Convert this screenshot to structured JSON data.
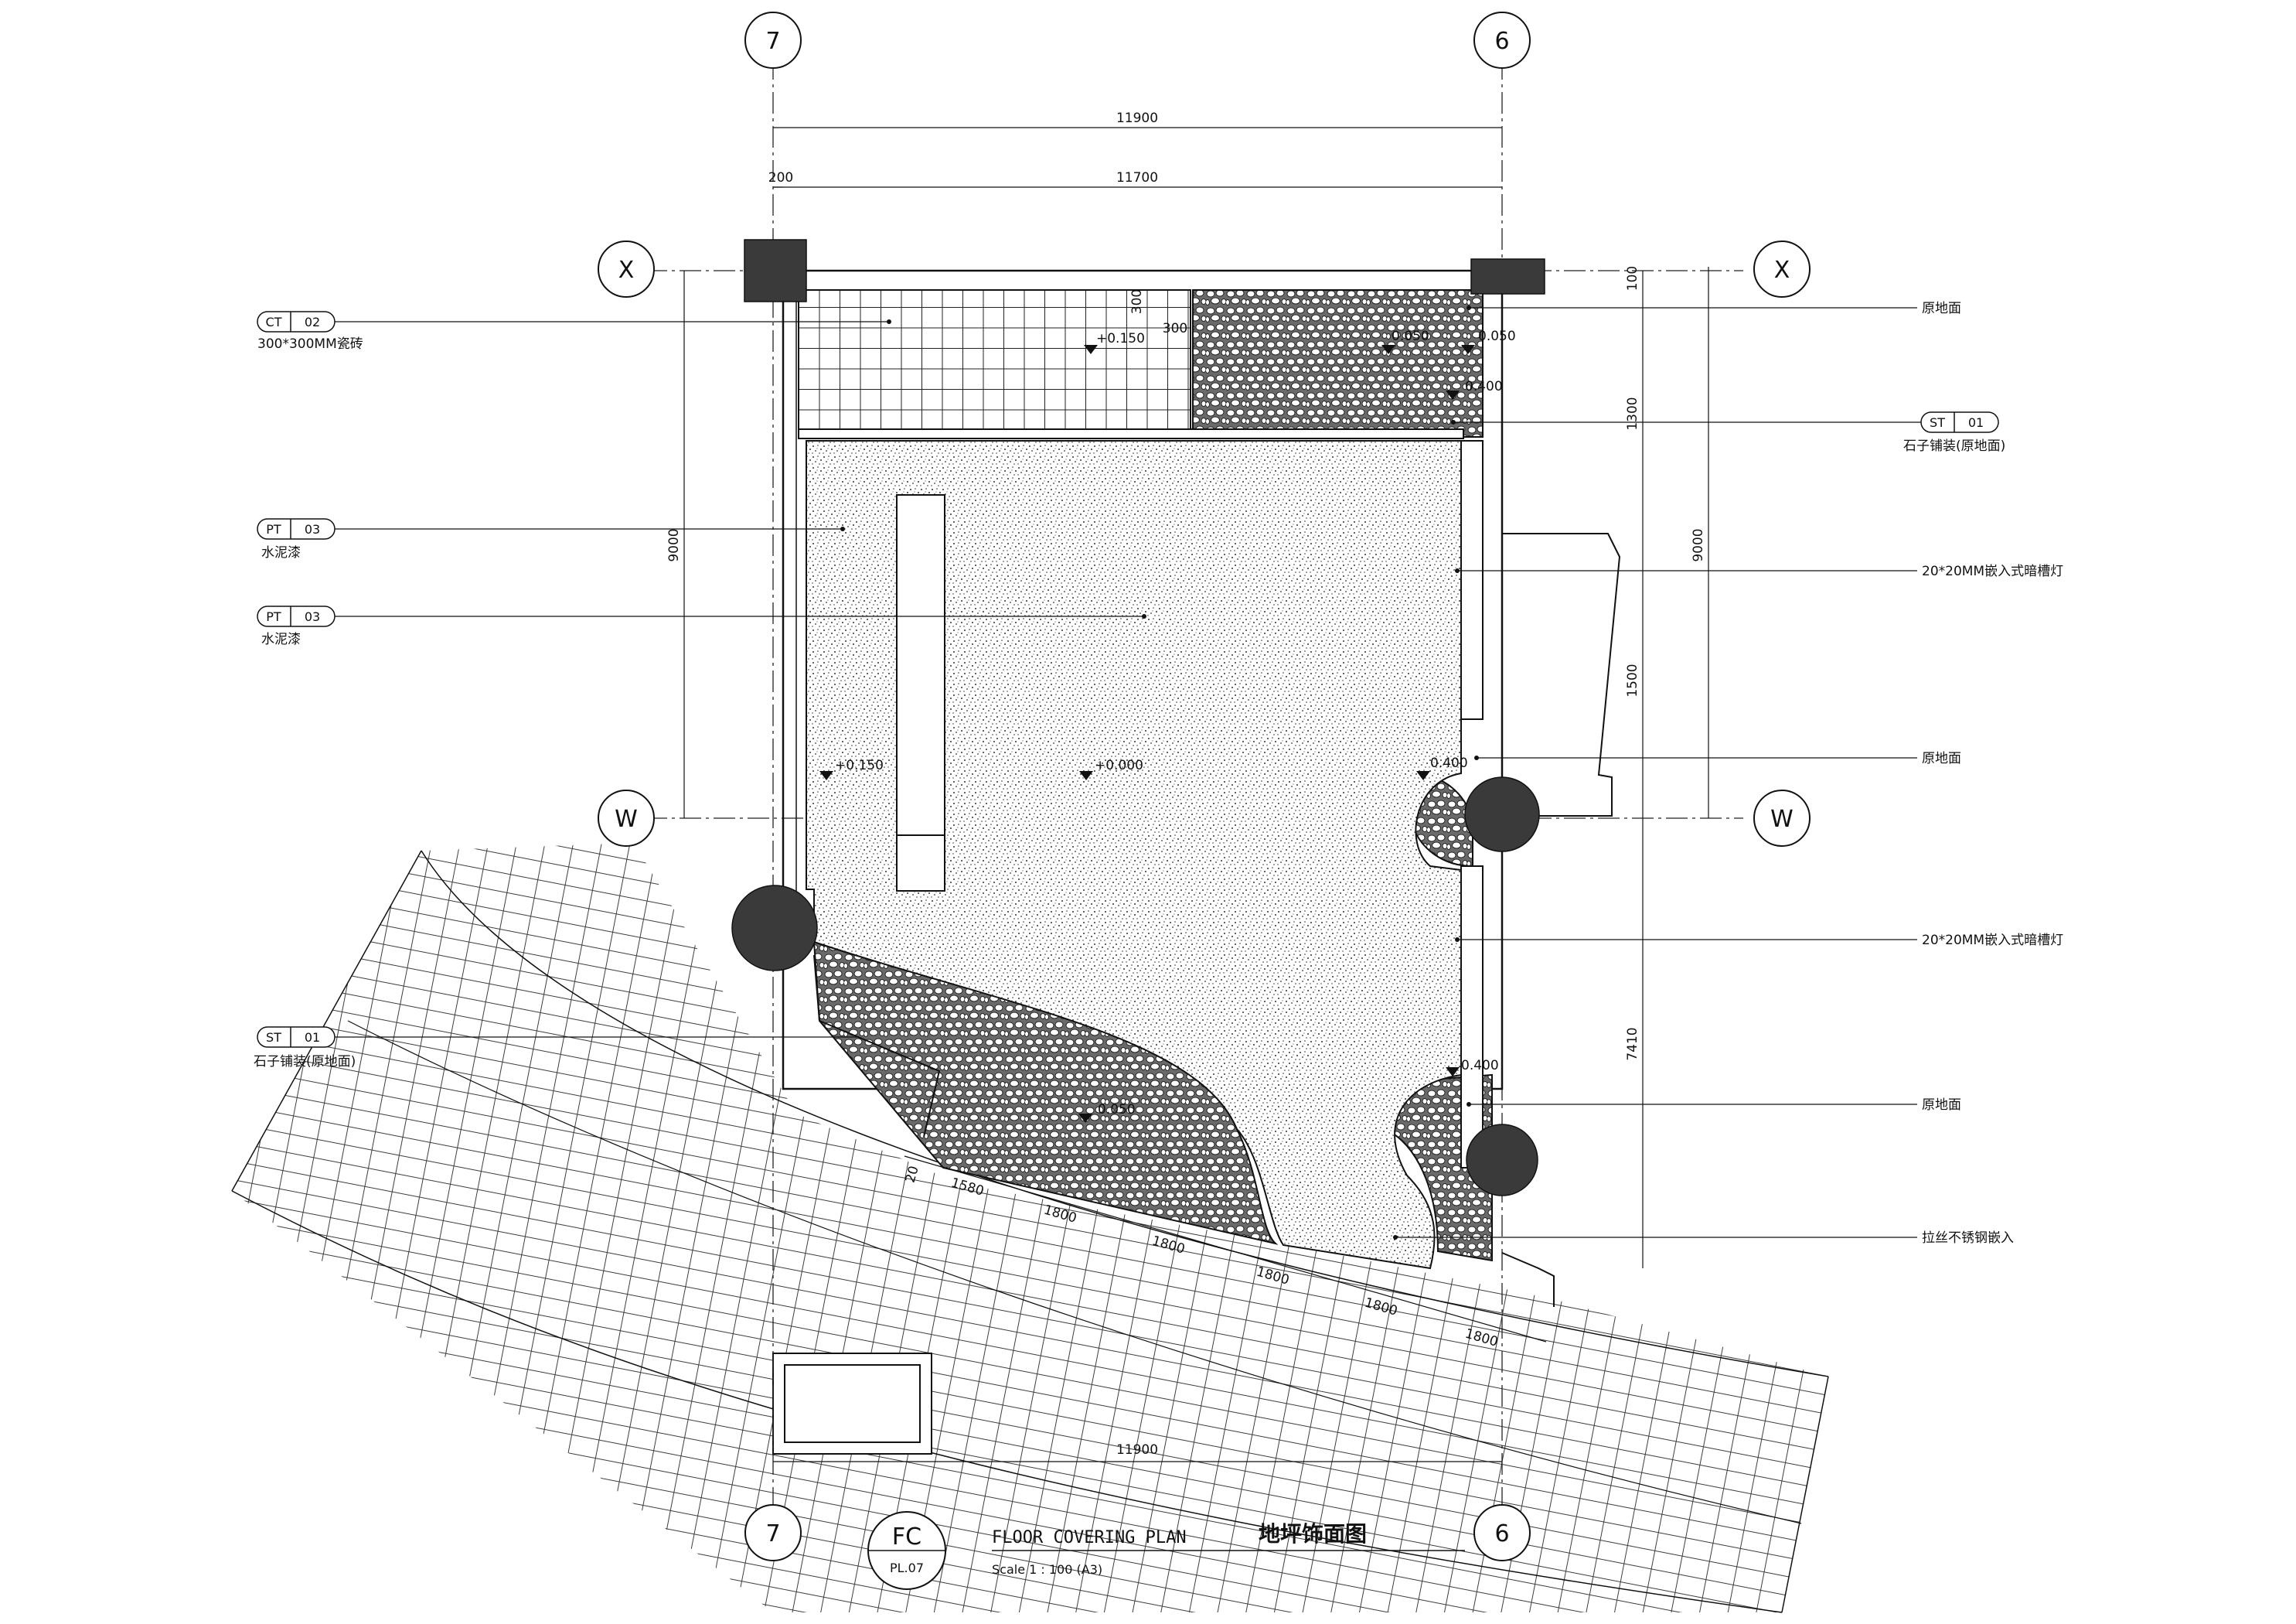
{
  "grid": {
    "cols": [
      "7",
      "6"
    ],
    "rows": [
      "X",
      "W"
    ]
  },
  "dims": {
    "top_overall": "11900",
    "top_inner": "11700",
    "top_offset": "200",
    "left_height": "9000",
    "right_overall": "9000",
    "right_seg1": "1300",
    "right_seg2": "1500",
    "right_seg3": "7410",
    "right_edge_small": "100",
    "bottom_width": "11900",
    "small_300a": "300",
    "small_300b": "300",
    "diag_first": "1580",
    "diag_20": "20",
    "diag_segments": [
      "1800",
      "1800",
      "1800",
      "1800",
      "1800"
    ]
  },
  "levels": {
    "lv_top_tile": "+0.150",
    "lv_top_pebble_a": "0.050",
    "lv_top_pebble_b": "0.050",
    "lv_top_pebble_c": "0.400",
    "lv_left": "+0.150",
    "lv_center": "+0.000",
    "lv_right_mid": "0.400",
    "lv_right_low": "0.400",
    "lv_bottom_peb": "0.050"
  },
  "left_tags": [
    {
      "code": "CT",
      "num": "02",
      "desc": "300*300MM瓷砖"
    },
    {
      "code": "PT",
      "num": "03",
      "desc": "水泥漆"
    },
    {
      "code": "PT",
      "num": "03",
      "desc": "水泥漆"
    },
    {
      "code": "ST",
      "num": "01",
      "desc": "石子铺装(原地面)"
    }
  ],
  "right_tags": {
    "st_code": "ST",
    "st_num": "01",
    "st_desc": "石子铺装(原地面)",
    "notes": [
      "原地面",
      "20*20MM嵌入式暗槽灯",
      "原地面",
      "20*20MM嵌入式暗槽灯",
      "原地面",
      "拉丝不锈钢嵌入"
    ]
  },
  "title": {
    "symbol": "FC",
    "sheet": "PL.07",
    "name_en": "FLOOR COVERING PLAN",
    "name_cn": "地坪饰面图",
    "scale": "Scale 1 : 100 (A3)"
  },
  "colors": {
    "line": "#111111",
    "column_fill": "#3a3a3a",
    "paper": "#ffffff"
  }
}
